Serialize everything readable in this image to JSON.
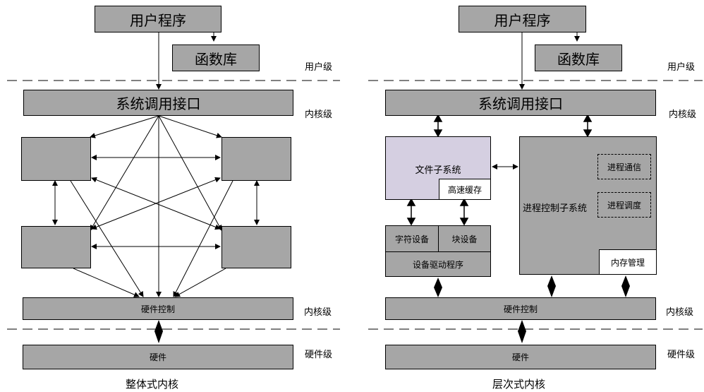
{
  "left": {
    "user_program": "用户程序",
    "library": "函数库",
    "syscall": "系统调用接口",
    "hw_control": "硬件控制",
    "hardware": "硬件",
    "caption": "整体式内核",
    "level_user": "用户级",
    "level_kernel_1": "内核级",
    "level_kernel_2": "内核级",
    "level_hw": "硬件级"
  },
  "right": {
    "user_program": "用户程序",
    "library": "函数库",
    "syscall": "系统调用接口",
    "file_subsystem": "文件子系统",
    "cache": "高速缓存",
    "char_device": "字符设备",
    "block_device": "块设备",
    "device_driver": "设备驱动程序",
    "process_control": "进程控制子系统",
    "ipc": "进程通信",
    "scheduler": "进程调度",
    "memory_mgmt": "内存管理",
    "hw_control": "硬件控制",
    "hardware": "硬件",
    "caption": "层次式内核",
    "level_user": "用户级",
    "level_kernel_1": "内核级",
    "level_kernel_2": "内核级",
    "level_hw": "硬件级"
  }
}
